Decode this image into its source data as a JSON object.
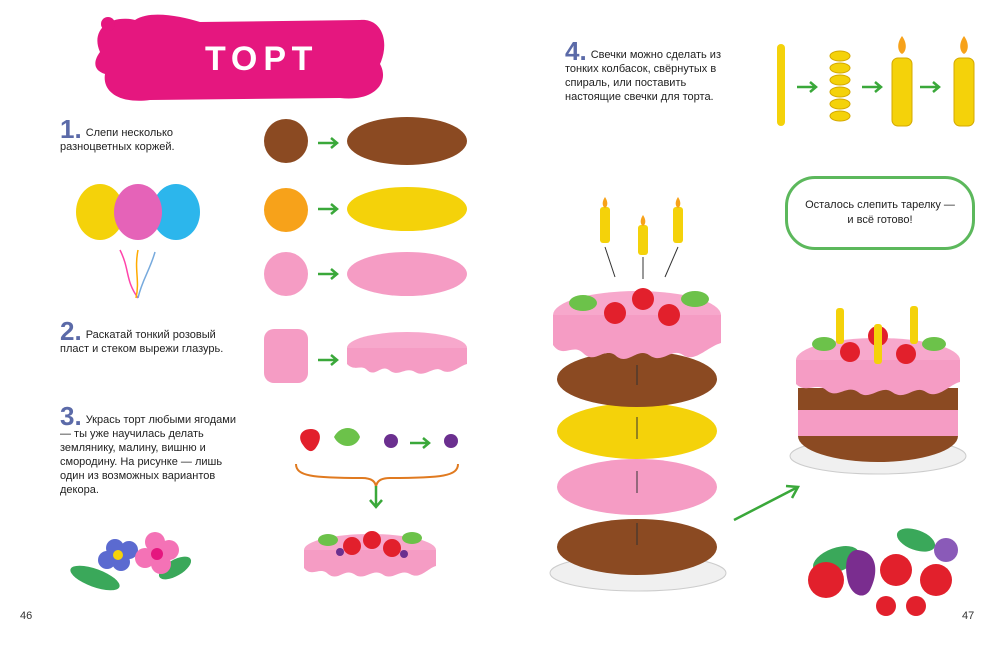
{
  "title": "ТОРТ",
  "steps": [
    {
      "num": "1.",
      "text": "Слепи несколько разноцветных коржей."
    },
    {
      "num": "2.",
      "text": "Раскатай тонкий розовый пласт и стеком вырежи глазурь."
    },
    {
      "num": "3.",
      "text": "Укрась торт любыми ягодами — ты уже научилась делать землянику, малину, вишню и смородину. На рисунке — лишь один из возможных вариантов декора."
    },
    {
      "num": "4.",
      "text": "Свечки можно сделать из тонких колбасок, свёрнутых в спираль, или поставить настоящие свечки для торта."
    }
  ],
  "note": "Осталось слепить тарелку — и всё готово!",
  "page_left": "46",
  "page_right": "47",
  "colors": {
    "title_bg": "#e5177f",
    "step_num": "#5b6aa8",
    "arrow": "#3aa83a",
    "brown": "#8b4a22",
    "yellow": "#f4d20a",
    "pink": "#f59cc4",
    "orange": "#f7a21a"
  },
  "icons": [
    "balloons-icon",
    "flowers-icon",
    "strawberry-icon",
    "leaf-icon",
    "currant-icon",
    "candle-icon",
    "berries-icon"
  ]
}
